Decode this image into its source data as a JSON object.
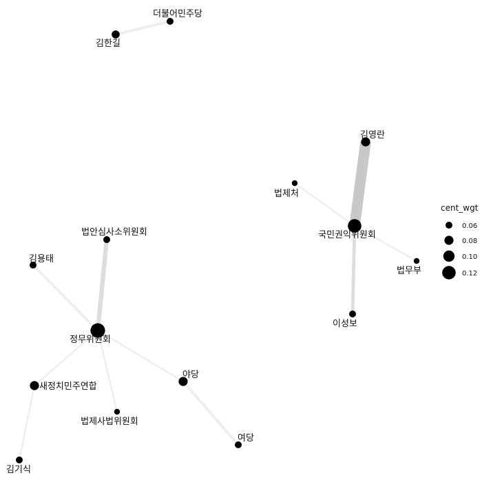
{
  "chart_data": {
    "type": "network",
    "nodes": [
      {
        "id": "더불어민주당",
        "cent_wgt": 0.06
      },
      {
        "id": "김한길",
        "cent_wgt": 0.07
      },
      {
        "id": "김영란",
        "cent_wgt": 0.08
      },
      {
        "id": "법제처",
        "cent_wgt": 0.05
      },
      {
        "id": "국민권익위원회",
        "cent_wgt": 0.12
      },
      {
        "id": "법무부",
        "cent_wgt": 0.05
      },
      {
        "id": "이성보",
        "cent_wgt": 0.06
      },
      {
        "id": "법안심사소위원회",
        "cent_wgt": 0.06
      },
      {
        "id": "김용태",
        "cent_wgt": 0.06
      },
      {
        "id": "정무위원회",
        "cent_wgt": 0.13
      },
      {
        "id": "새정치민주연합",
        "cent_wgt": 0.08
      },
      {
        "id": "야당",
        "cent_wgt": 0.08
      },
      {
        "id": "법제사법위원회",
        "cent_wgt": 0.05
      },
      {
        "id": "김기식",
        "cent_wgt": 0.06
      },
      {
        "id": "여당",
        "cent_wgt": 0.06
      }
    ],
    "edges": [
      {
        "source": "김한길",
        "target": "더불어민주당",
        "weight": 2
      },
      {
        "source": "김영란",
        "target": "국민권익위원회",
        "weight": 10
      },
      {
        "source": "법제처",
        "target": "국민권익위원회",
        "weight": 1
      },
      {
        "source": "국민권익위원회",
        "target": "법무부",
        "weight": 1
      },
      {
        "source": "국민권익위원회",
        "target": "이성보",
        "weight": 3
      },
      {
        "source": "법안심사소위원회",
        "target": "정무위원회",
        "weight": 4
      },
      {
        "source": "김용태",
        "target": "정무위원회",
        "weight": 2
      },
      {
        "source": "정무위원회",
        "target": "새정치민주연합",
        "weight": 1
      },
      {
        "source": "정무위원회",
        "target": "야당",
        "weight": 1
      },
      {
        "source": "정무위원회",
        "target": "법제사법위원회",
        "weight": 1
      },
      {
        "source": "새정치민주연합",
        "target": "김기식",
        "weight": 1
      },
      {
        "source": "야당",
        "target": "여당",
        "weight": 2
      }
    ],
    "legend": {
      "title": "cent_wgt",
      "entries": [
        {
          "label": "0.06",
          "value": 0.06
        },
        {
          "label": "0.08",
          "value": 0.08
        },
        {
          "label": "0.10",
          "value": 0.1
        },
        {
          "label": "0.12",
          "value": 0.12
        }
      ],
      "position": "right"
    },
    "colors": {
      "node": "#000000",
      "edge_light": "#eeeeee",
      "edge_mid": "#dddddd",
      "edge_heavy": "#c8c8c8"
    }
  }
}
